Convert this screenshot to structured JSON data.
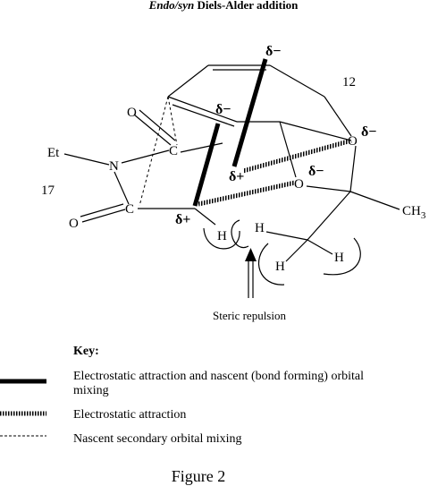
{
  "title": {
    "italic": "Endo/syn",
    "rest": " Diels-Alder addition"
  },
  "atoms": {
    "et": "Et",
    "n": "N",
    "c1": "C",
    "c2": "C",
    "o_top": "O",
    "o_left": "O",
    "o_right": "O",
    "o_mid": "O",
    "h1": "H",
    "h2": "H",
    "h3": "H",
    "h4": "H",
    "ch3": "CH",
    "ch3_sub": "3"
  },
  "charges": {
    "d_top": "δ−",
    "d_mid_left": "δ−",
    "d_o_right": "δ−",
    "d_o_mid": "δ−",
    "d_plus_right": "δ+",
    "d_plus_left": "δ+"
  },
  "numbers": {
    "n12": "12",
    "n17": "17"
  },
  "steric_label": "Steric repulsion",
  "key": {
    "heading": "Key:",
    "items": [
      {
        "style": "bold",
        "line1": "Electrostatic attraction and nascent (bond forming) orbital",
        "line2": "mixing"
      },
      {
        "style": "hatched",
        "line1": "Electrostatic attraction",
        "line2": ""
      },
      {
        "style": "dashed",
        "line1": "Nascent secondary orbital mixing",
        "line2": ""
      }
    ]
  },
  "figure_label": "Figure 2"
}
